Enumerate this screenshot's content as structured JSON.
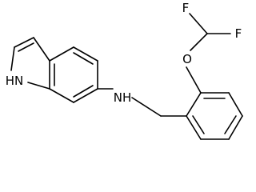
{
  "molecule": {
    "atoms": {
      "nh_indole": "HN",
      "nh_amine": "NH",
      "oxygen": "O",
      "fluorine_left": "F",
      "fluorine_right": "F"
    }
  },
  "colors": {
    "bond": "#000000",
    "label": "#000000",
    "background": "#ffffff"
  }
}
